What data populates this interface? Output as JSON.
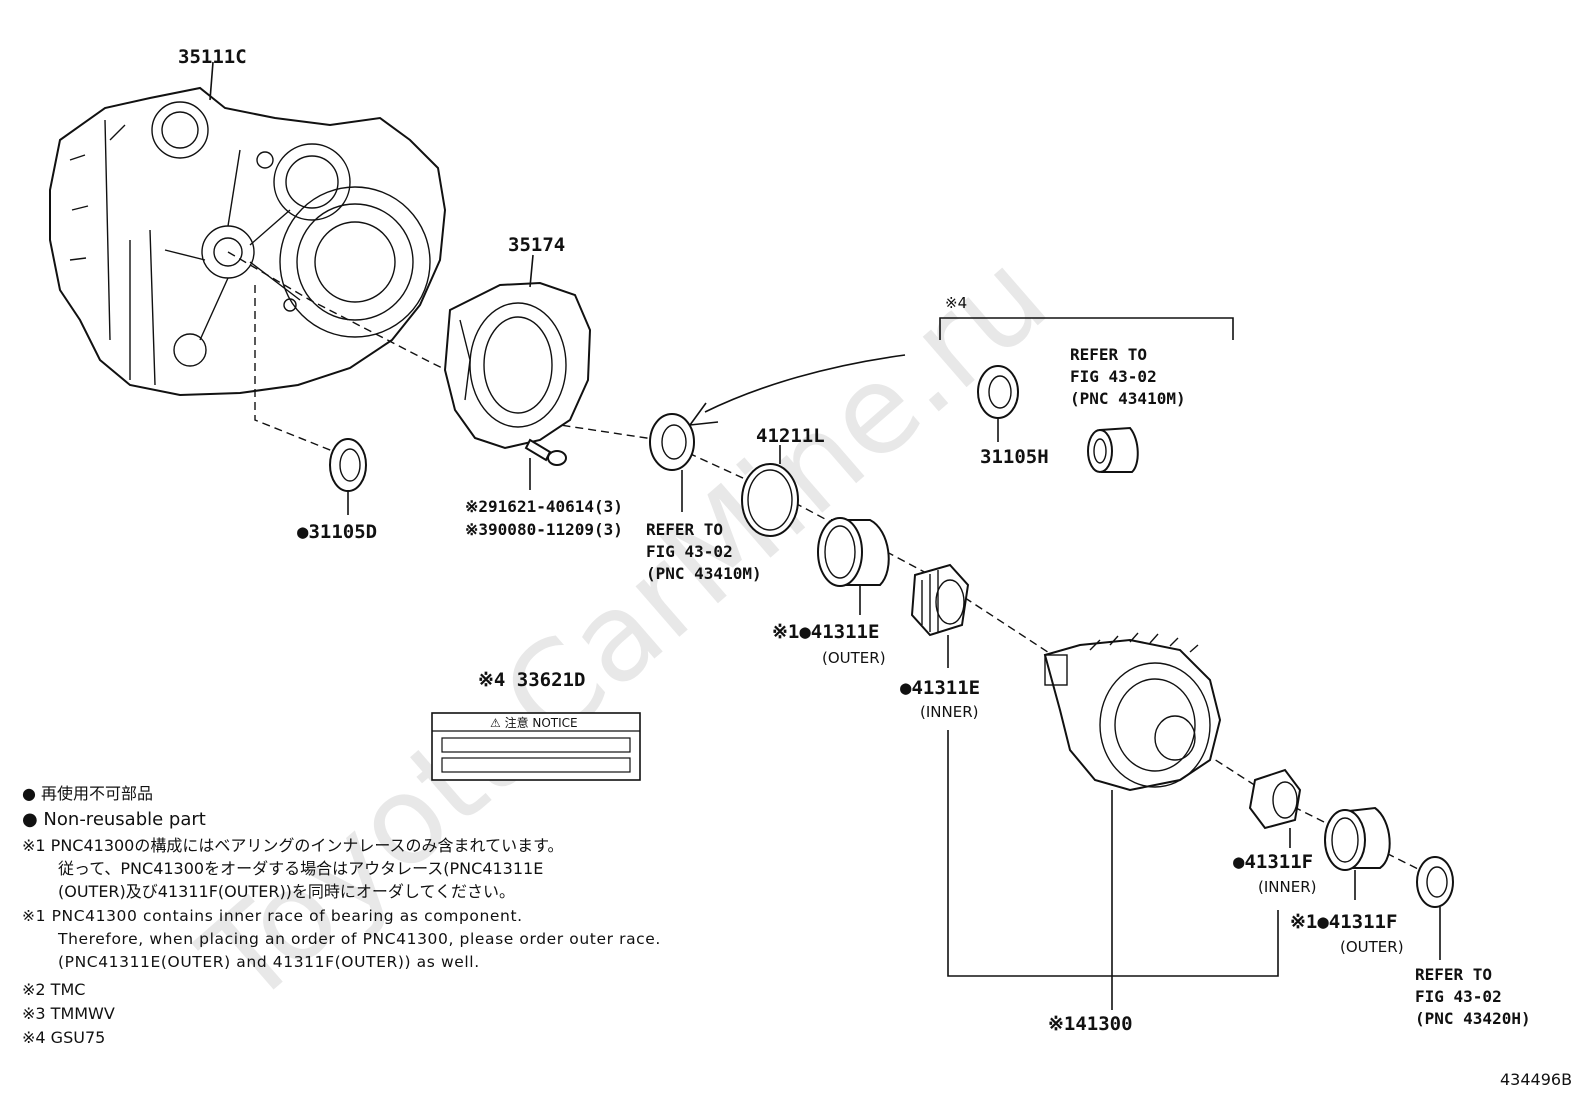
{
  "watermark": "ToyotaCarMine.ru",
  "figure_id": "434496B",
  "group_bracket_label": "※4",
  "parts": {
    "case": "35111C",
    "cover": "35174",
    "seal_left": "●31105D",
    "bolt_line1": "※291621-40614(3)",
    "bolt_line2": "※390080-11209(3)",
    "refer_mid": [
      "REFER TO",
      "FIG 43-02",
      "(PNC 43410M)"
    ],
    "shim": "41211L",
    "outer_race_e": "※1●41311E",
    "outer_race_e_sub": "(OUTER)",
    "inner_race_e": "●41311E",
    "inner_race_e_sub": "(INNER)",
    "seal_right": "31105H",
    "refer_top": [
      "REFER TO",
      "FIG 43-02",
      "(PNC 43410M)"
    ],
    "label_part": "※4 33621D",
    "label_text": "⚠ 注意   NOTICE",
    "inner_race_f": "●41311F",
    "inner_race_f_sub": "(INNER)",
    "outer_race_f": "※1●41311F",
    "outer_race_f_sub": "(OUTER)",
    "differential": "※141300",
    "refer_bottom": [
      "REFER TO",
      "FIG 43-02",
      "(PNC 43420H)"
    ]
  },
  "legend": {
    "line1": "●  再使用不可部品",
    "line2": "●  Non-reusable part",
    "note1_jp": [
      "※1 PNC41300の構成にはベアリングのインナレースのみ含まれています。",
      "従って、PNC41300をオーダする場合はアウタレース(PNC41311E",
      "(OUTER)及び41311F(OUTER))を同時にオーダしてください。"
    ],
    "note1_en": [
      "※1 PNC41300 contains inner race of bearing as component.",
      "Therefore, when placing an order of PNC41300, please order outer race.",
      "(PNC41311E(OUTER) and 41311F(OUTER)) as well."
    ],
    "note2": "※2 TMC",
    "note3": "※3 TMMWV",
    "note4": "※4 GSU75"
  }
}
